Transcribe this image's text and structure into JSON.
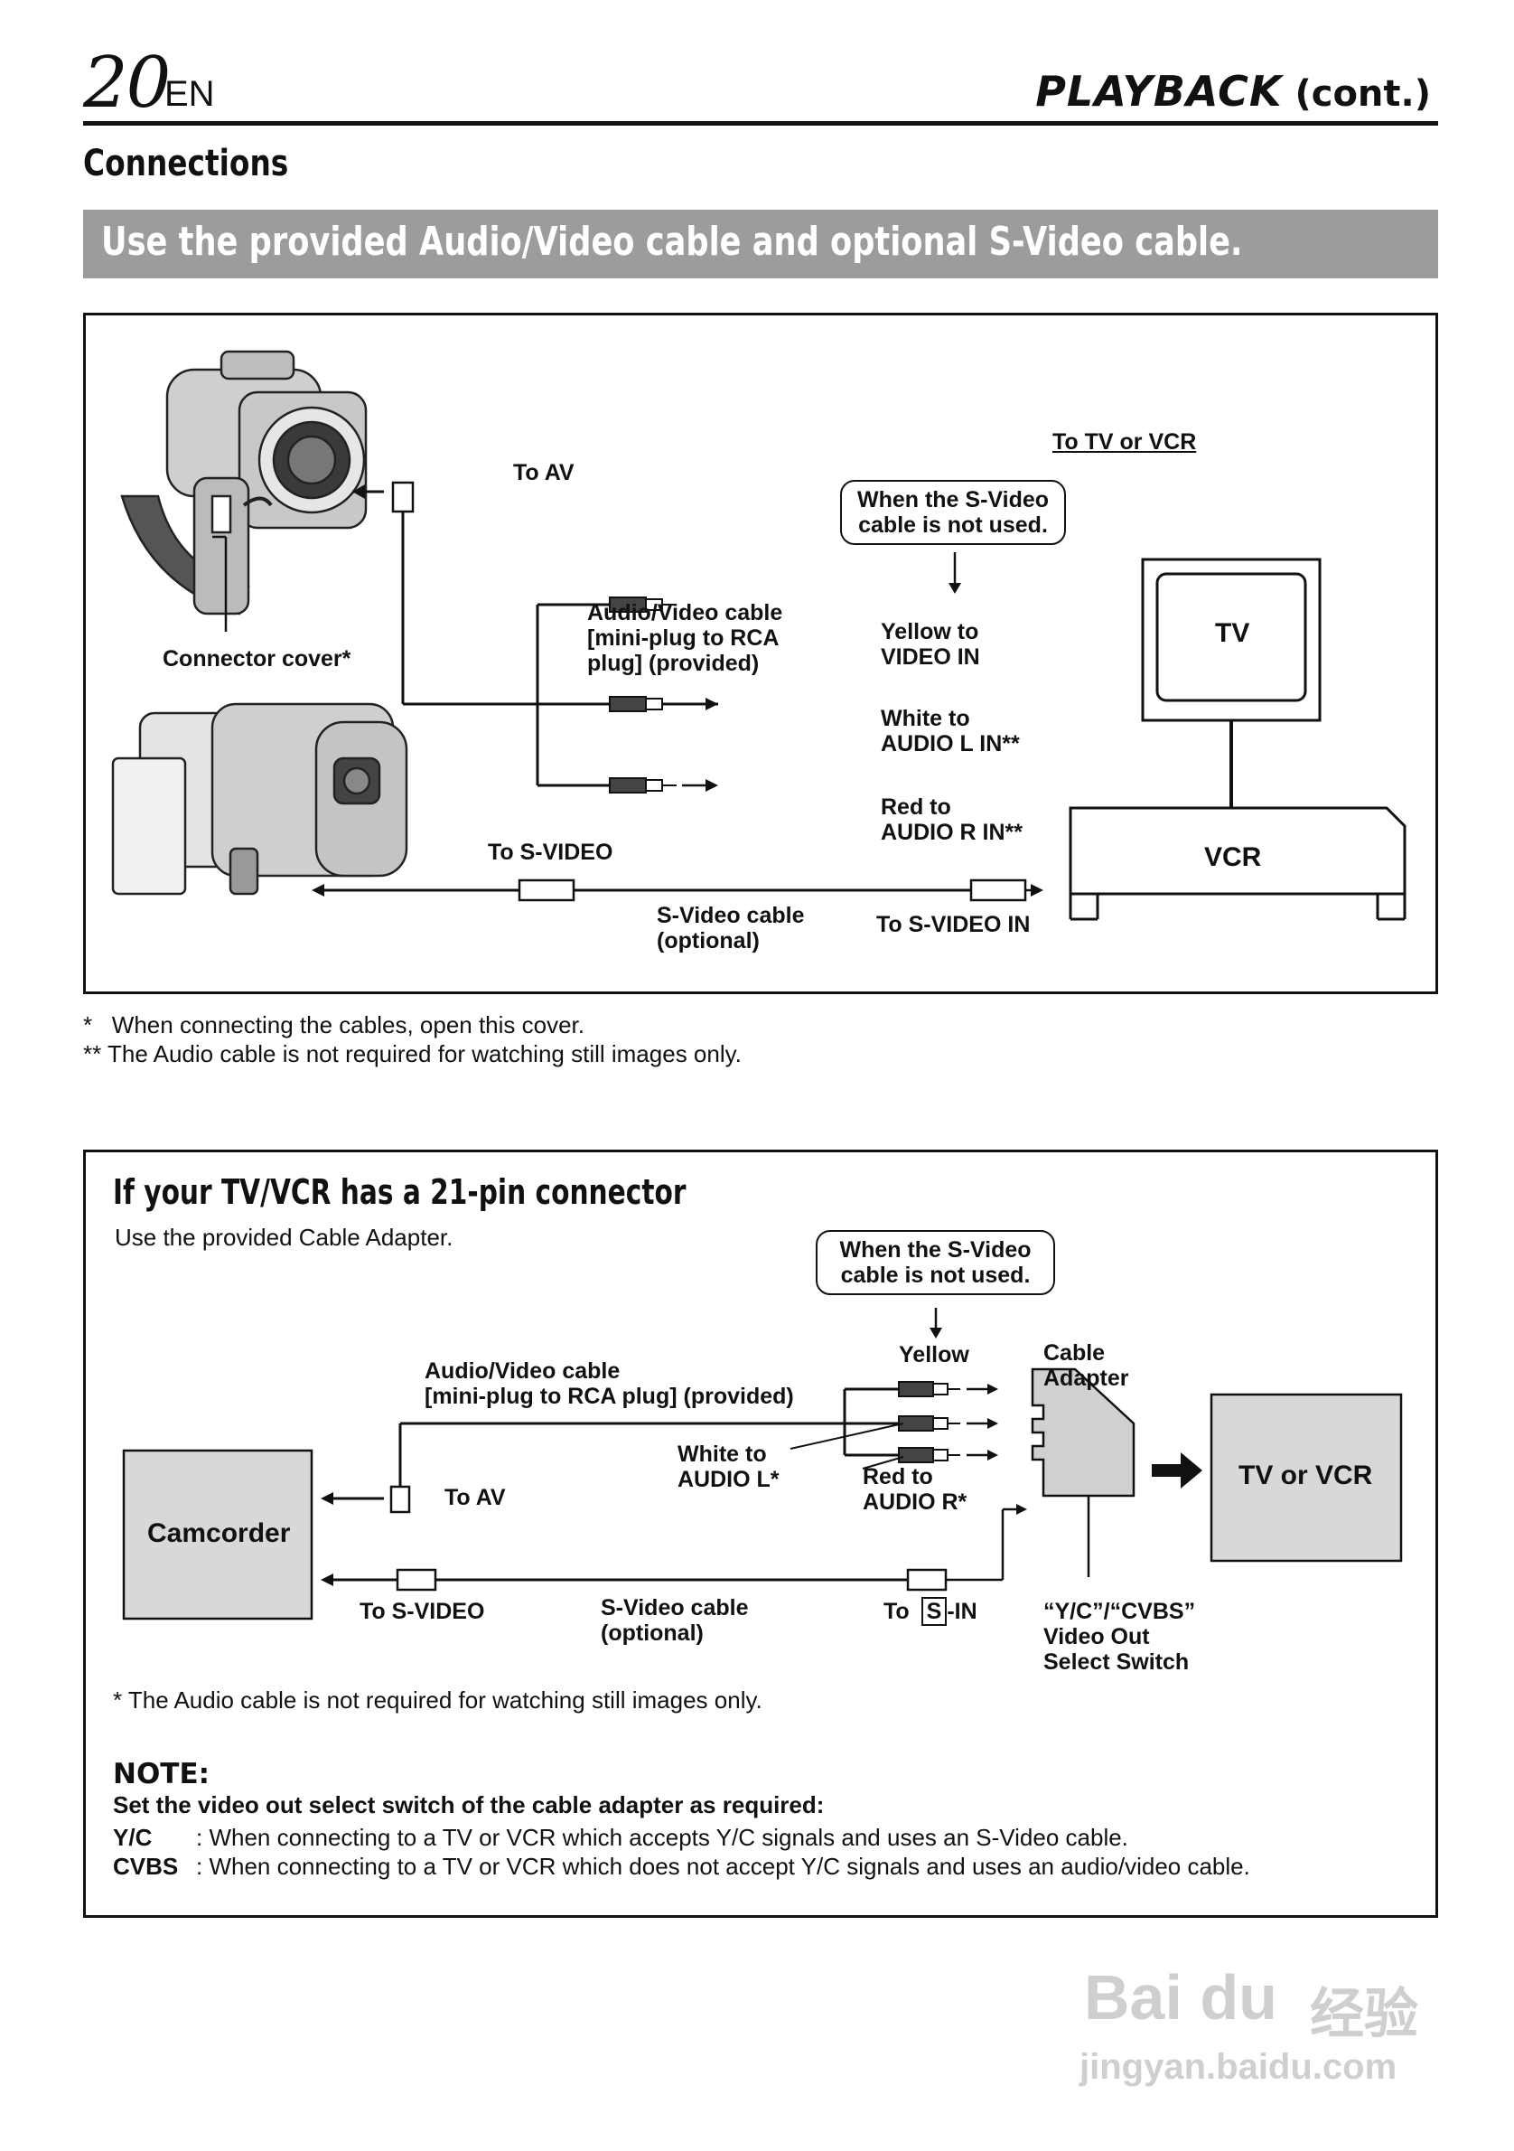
{
  "header": {
    "page_number": "20",
    "lang": "EN",
    "section": "PLAYBACK",
    "section_suffix": "(cont.)"
  },
  "title": "Connections",
  "banner": "Use the provided Audio/Video cable and optional S-Video cable.",
  "diagram1": {
    "to_tv_or_vcr": "To TV or VCR",
    "to_av": "To AV",
    "callout": [
      "When the S-Video",
      "cable is not used."
    ],
    "av_cable": [
      "Audio/Video cable",
      "[mini-plug to RCA",
      "plug] (provided)"
    ],
    "connector_cover": "Connector cover*",
    "yellow": [
      "Yellow to",
      "VIDEO IN"
    ],
    "white": [
      "White to",
      "AUDIO L IN**"
    ],
    "red": [
      "Red to",
      "AUDIO R IN**"
    ],
    "to_svideo": "To S-VIDEO",
    "svideo_cable": [
      "S-Video cable",
      "(optional)"
    ],
    "to_svideo_in": "To S-VIDEO IN",
    "tv": "TV",
    "vcr": "VCR"
  },
  "footnotes": [
    {
      "mark": "*",
      "text": "When connecting the cables, open this cover."
    },
    {
      "mark": "**",
      "text": "The Audio cable is not required for watching still images only."
    }
  ],
  "section21": {
    "heading": "If your TV/VCR has a 21-pin connector",
    "subtext": "Use the provided Cable Adapter.",
    "callout": [
      "When the S-Video",
      "cable is not used."
    ],
    "yellow": "Yellow",
    "cable_adapter": [
      "Cable",
      "Adapter"
    ],
    "av_cable": [
      "Audio/Video cable",
      "[mini-plug to RCA plug] (provided)"
    ],
    "white": [
      "White to",
      "AUDIO L*"
    ],
    "red": [
      "Red to",
      "AUDIO R*"
    ],
    "camcorder": "Camcorder",
    "to_av": "To AV",
    "tv_or_vcr": "TV or VCR",
    "to_svideo": "To S-VIDEO",
    "svideo_cable": [
      "S-Video cable",
      "(optional)"
    ],
    "to_s_in_prefix": "To",
    "to_s_in_box": "S",
    "to_s_in_suffix": "-IN",
    "switch": [
      "“Y/C”/“CVBS”",
      "Video Out",
      "Select Switch"
    ],
    "footnote": "* The Audio cable is not required for watching still images only.",
    "note_title": "NOTE:",
    "note_lead": "Set the video out select switch of the cable adapter as required:",
    "note_items": [
      {
        "key": "Y/C",
        "text": ": When connecting to a TV or VCR which accepts Y/C signals and uses an S-Video cable."
      },
      {
        "key": "CVBS",
        "text": ": When connecting to a TV or VCR which does not accept Y/C signals and uses an audio/video cable."
      }
    ]
  },
  "watermark": {
    "brand": "Bai du",
    "cn": "经验",
    "url": "jingyan.baidu.com"
  }
}
